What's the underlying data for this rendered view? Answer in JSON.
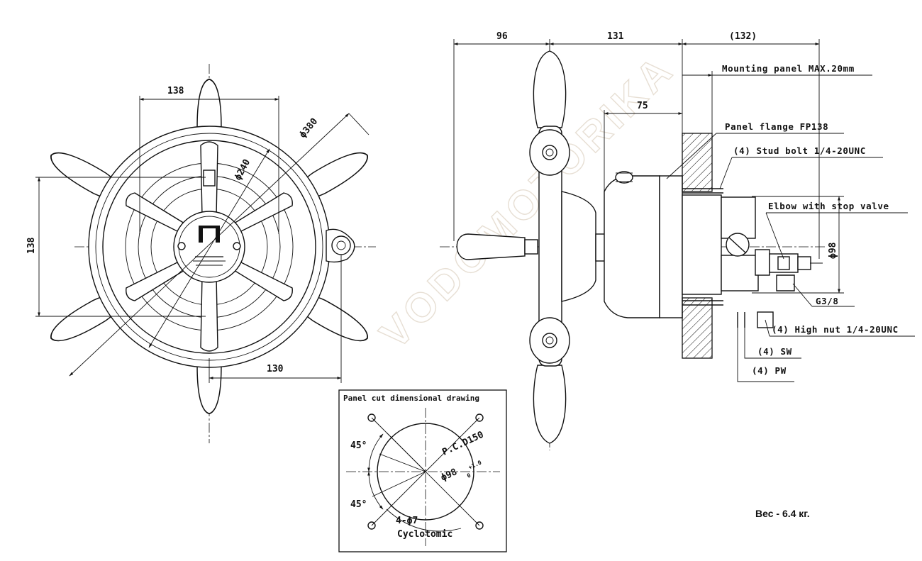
{
  "front_view": {
    "dim_top_width": "138",
    "dim_left_height": "138",
    "dim_outer_diameter": "ϕ380",
    "dim_inner_diameter": "ϕ240",
    "dim_bottom_offset": "130"
  },
  "side_view": {
    "dim_wheel_to_flange": "96",
    "dim_flange_to_panel": "131",
    "dim_behind_panel": "(132)",
    "dim_body_depth": "75",
    "dim_flange_height": "ϕ98",
    "labels": {
      "mounting_panel": "Mounting panel MAX.20mm",
      "panel_flange": "Panel flange FP138",
      "stud_bolt": "(4) Stud bolt 1/4-20UNC",
      "elbow": "Elbow with stop valve",
      "thread": "G3/8",
      "high_nut": "(4) High nut 1/4-20UNC",
      "sw": "(4) SW",
      "pw": "(4) PW"
    }
  },
  "panel_cut": {
    "title": "Panel cut dimensional drawing",
    "angle_top": "45°",
    "angle_bottom": "45°",
    "pcd": "P.C.D150",
    "hole_diameter": "ϕ98",
    "tolerance_upper": "+1.0",
    "tolerance_lower": "0",
    "holes": "4-ϕ7",
    "cyclotomic": "Cyclotomic"
  },
  "watermark": "VODOMOTORIKA",
  "weight": "Вес - 6.4 кг.",
  "colors": {
    "line": "#111111",
    "background": "#ffffff",
    "watermark": "#e7dfd4"
  }
}
